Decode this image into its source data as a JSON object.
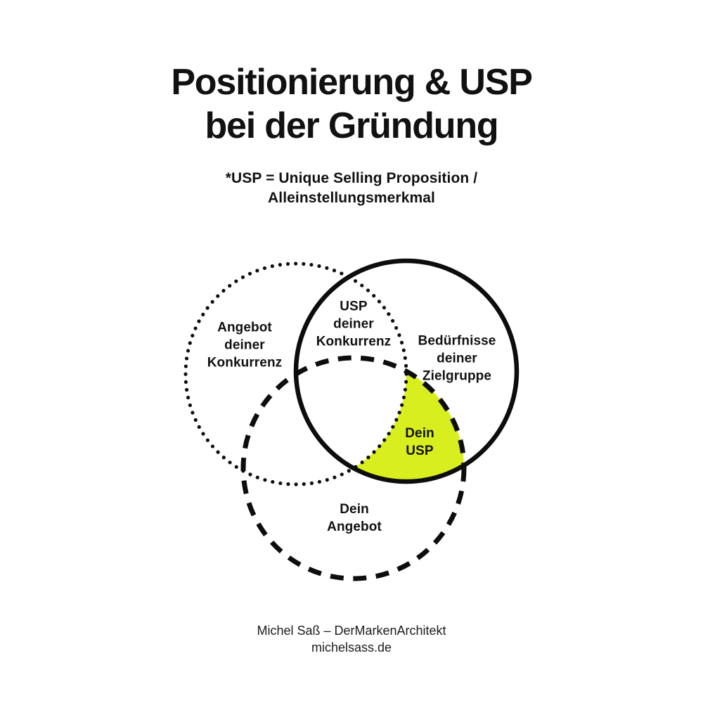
{
  "title": {
    "lines": [
      "Positionierung & USP",
      "bei der Gründung"
    ]
  },
  "subtitle": {
    "lines": [
      "*USP = Unique Selling Proposition /",
      "Alleinstellungsmerkmal"
    ]
  },
  "colors": {
    "background": "#ffffff",
    "text": "#111111",
    "circle_stroke": "#0d0d0d",
    "usp_highlight": "#d8ee1e"
  },
  "venn": {
    "circles": [
      {
        "id": "competitor-offer",
        "style": "dotted",
        "label_lines": [
          "Angebot",
          "deiner",
          "Konkurrenz"
        ]
      },
      {
        "id": "target-needs",
        "style": "solid",
        "label_lines": [
          "Bedürfnisse",
          "deiner",
          "Zielgruppe"
        ]
      },
      {
        "id": "your-offer",
        "style": "dashed",
        "label_lines": [
          "Dein",
          "Angebot"
        ]
      }
    ],
    "intersections": [
      {
        "id": "competitor-usp",
        "of": [
          "competitor-offer",
          "target-needs"
        ],
        "label_lines": [
          "USP",
          "deiner",
          "Konkurrenz"
        ],
        "highlighted": false
      },
      {
        "id": "your-usp",
        "of": [
          "target-needs",
          "your-offer"
        ],
        "label_lines": [
          "Dein",
          "USP"
        ],
        "highlighted": true
      }
    ]
  },
  "footer": {
    "lines": [
      "Michel Saß – DerMarkenArchitekt",
      "michelsass.de"
    ]
  }
}
